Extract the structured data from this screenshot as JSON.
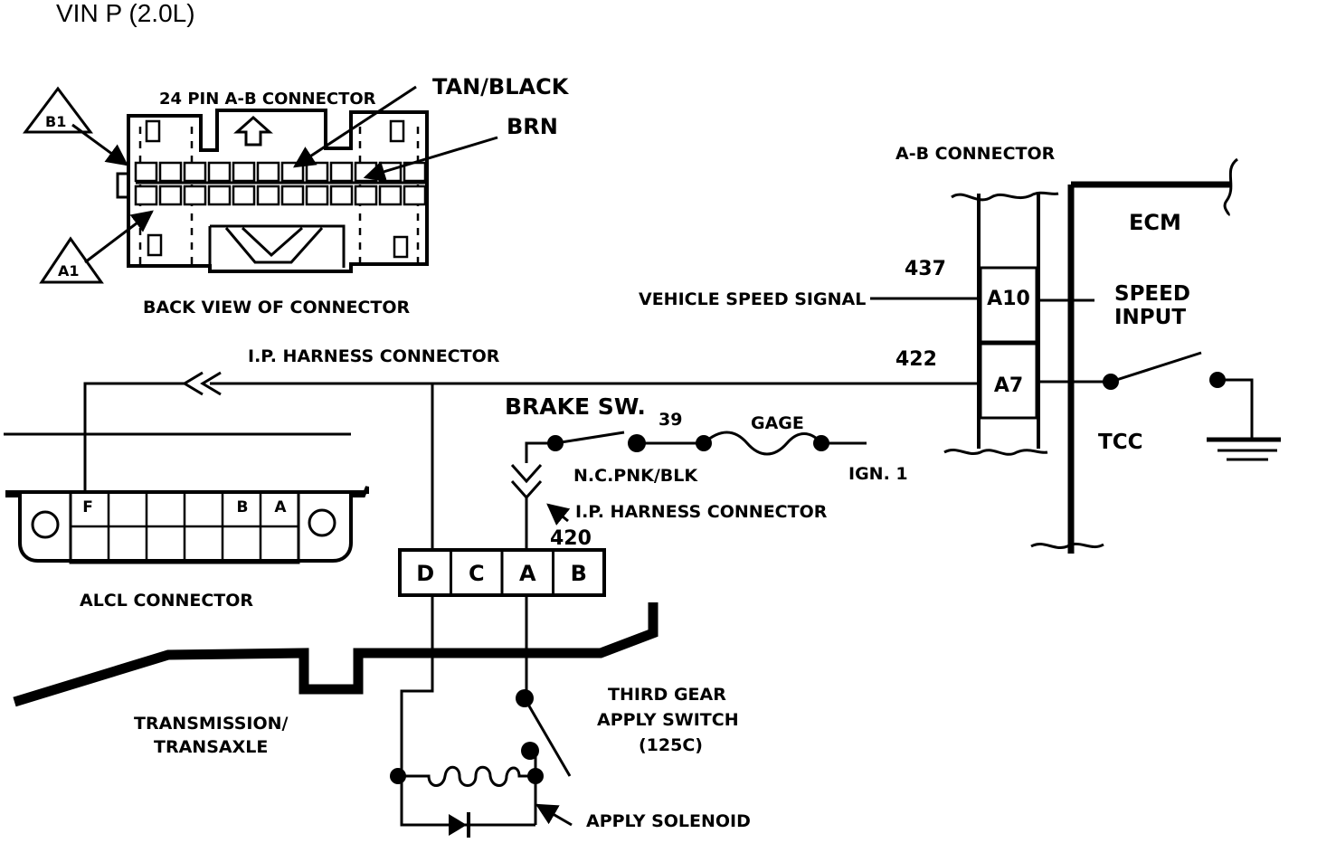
{
  "header": {
    "title": "VIN P (2.0L)"
  },
  "ab_pinout": {
    "title": "24 PIN A-B  CONNECTOR",
    "caption": "BACK VIEW OF CONNECTOR",
    "b1_tag": "B1",
    "a1_tag": "A1",
    "wire_tan_black": "TAN/BLACK",
    "wire_brn": "BRN"
  },
  "ab_connector": {
    "title": "A-B CONNECTOR",
    "pin_a10": "A10",
    "pin_a7": "A7",
    "circuit_437": "437",
    "circuit_422": "422",
    "vehicle_speed_signal": "VEHICLE SPEED SIGNAL"
  },
  "ecm": {
    "title": "ECM",
    "speed_input_line1": "SPEED",
    "speed_input_line2": "INPUT",
    "tcc": "TCC"
  },
  "ip_harness_top": "I.P. HARNESS CONNECTOR",
  "brake": {
    "title": "BRAKE SW.",
    "circuit_39": "39",
    "gage": "GAGE",
    "ign": "IGN. 1",
    "nc_label": "N.C.PNK/BLK",
    "ip_harness": "I.P. HARNESS CONNECTOR",
    "circuit_420": "420"
  },
  "alcl": {
    "caption": "ALCL CONNECTOR",
    "pin_f": "F",
    "pin_b": "B",
    "pin_a": "A"
  },
  "trans_connector": {
    "pins": [
      "D",
      "C",
      "A",
      "B"
    ]
  },
  "transmission": {
    "line1": "TRANSMISSION/",
    "line2": "TRANSAXLE"
  },
  "third_gear": {
    "line1": "THIRD GEAR",
    "line2": "APPLY SWITCH",
    "line3": "(125C)"
  },
  "solenoid": {
    "label": "APPLY SOLENOID"
  }
}
